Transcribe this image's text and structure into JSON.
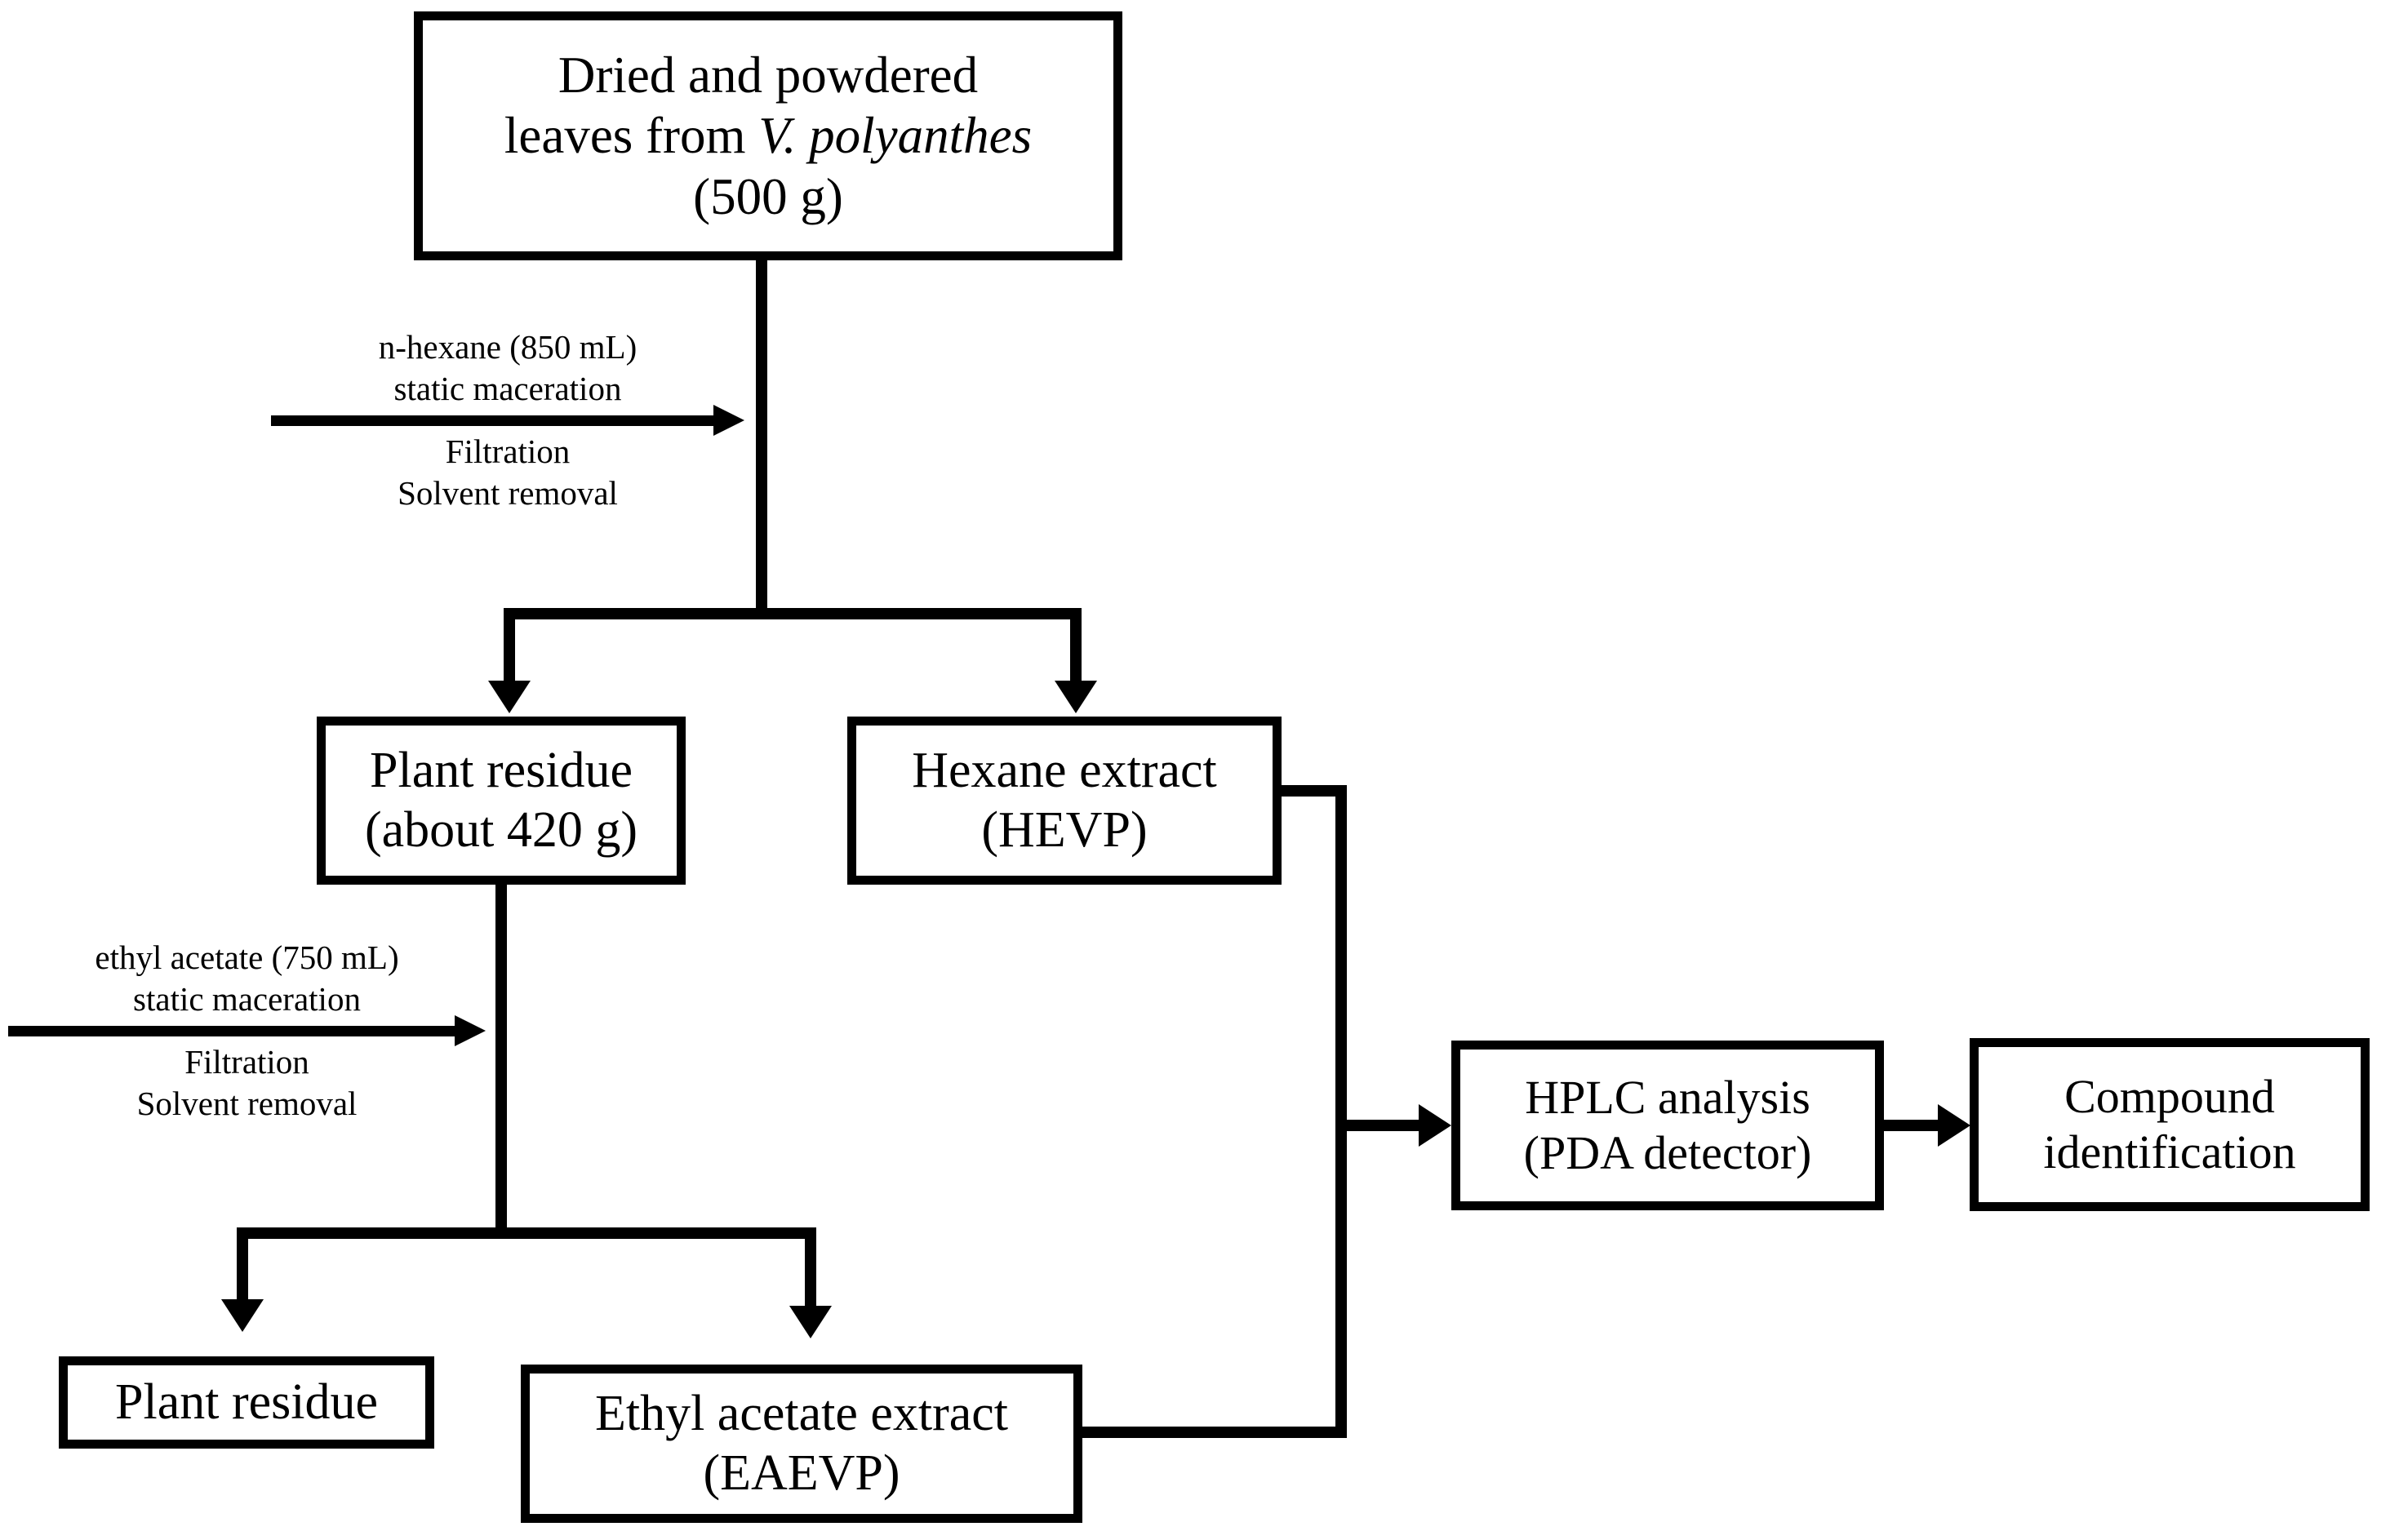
{
  "diagram": {
    "title": "Extraction and analysis flowchart for V. polyanthes leaves",
    "type": "process-flowchart",
    "line_color": "#000000",
    "background_color": "#ffffff",
    "text_color": "#000000"
  },
  "nodes": {
    "source": {
      "line1": "Dried and powdered",
      "line2_prefix": "leaves from ",
      "line2_italic": "V. polyanthes",
      "line3": "(500 g)"
    },
    "plant_residue_1": {
      "line1": "Plant residue",
      "line2": "(about 420 g)"
    },
    "hexane_extract": {
      "line1": "Hexane extract",
      "line2": "(HEVP)"
    },
    "plant_residue_2": {
      "line1": "Plant residue"
    },
    "ethyl_acetate_extract": {
      "line1": "Ethyl acetate extract",
      "line2": "(EAEVP)"
    },
    "hplc": {
      "line1": "HPLC analysis",
      "line2": "(PDA detector)"
    },
    "compound": {
      "line1": "Compound",
      "line2": "identification"
    }
  },
  "annotations": {
    "hexane_step": {
      "above_1_italic": "n",
      "above_1_rest": "-hexane (850 mL)",
      "above_2": "static maceration",
      "below_1": "Filtration",
      "below_2": "Solvent removal"
    },
    "ethyl_acetate_step": {
      "above_1": "ethyl acetate (750 mL)",
      "above_2": "static maceration",
      "below_1": "Filtration",
      "below_2": "Solvent removal"
    }
  },
  "edges": [
    {
      "from": "source",
      "to": "split-1",
      "kind": "vertical"
    },
    {
      "from": "split-1",
      "to": "plant_residue_1",
      "kind": "arrow-down"
    },
    {
      "from": "split-1",
      "to": "hexane_extract",
      "kind": "arrow-down"
    },
    {
      "from": "plant_residue_1",
      "to": "split-2",
      "kind": "vertical"
    },
    {
      "from": "split-2",
      "to": "plant_residue_2",
      "kind": "arrow-down"
    },
    {
      "from": "split-2",
      "to": "ethyl_acetate_extract",
      "kind": "arrow-down"
    },
    {
      "from": "hexane_extract",
      "to": "merge-bus",
      "kind": "elbow-right"
    },
    {
      "from": "ethyl_acetate_extract",
      "to": "merge-bus",
      "kind": "elbow-right"
    },
    {
      "from": "merge-bus",
      "to": "hplc",
      "kind": "arrow-right"
    },
    {
      "from": "hplc",
      "to": "compound",
      "kind": "arrow-right"
    }
  ]
}
